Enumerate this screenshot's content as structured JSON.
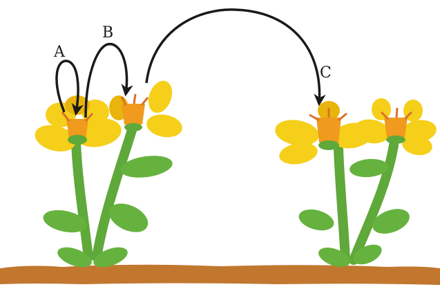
{
  "labels": {
    "a": "A",
    "b": "B",
    "c": "C"
  },
  "colors": {
    "petal": "#f5cf1a",
    "petal_shade": "#e9b40c",
    "flower_center": "#f09a1e",
    "stamen": "#d9702a",
    "stem": "#5fa83a",
    "leaf": "#66b23e",
    "soil": "#c2772e",
    "arrow": "#1a1a1a"
  }
}
